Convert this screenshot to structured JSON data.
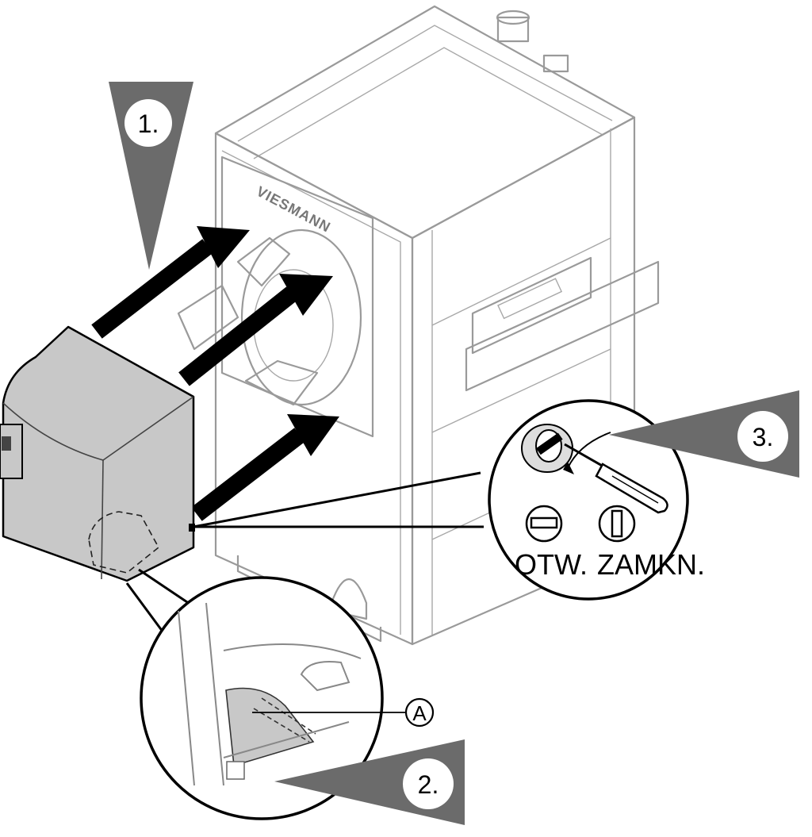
{
  "steps": [
    {
      "label": "1."
    },
    {
      "label": "2."
    },
    {
      "label": "3."
    }
  ],
  "part_label": "A",
  "brand": "VIESMANN",
  "lock_labels": {
    "open": "OTW.",
    "closed": "ZAMKN."
  },
  "colors": {
    "step_marker": "#6b6b6b",
    "cover_fill": "#c8c8c8",
    "boiler_line": "#9a9a9a",
    "arrow": "#000000"
  }
}
